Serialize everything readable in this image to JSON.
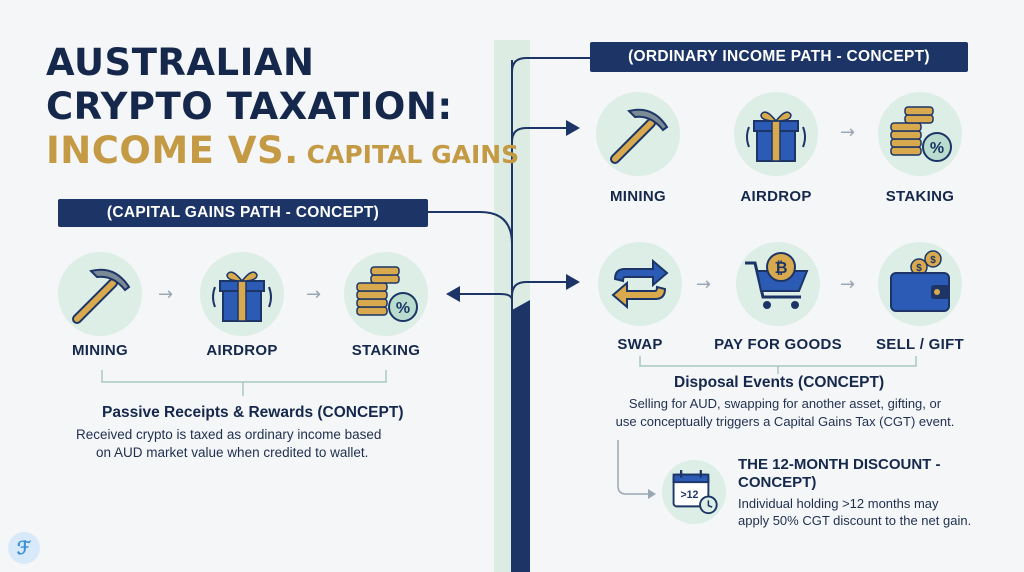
{
  "title": {
    "line1": "AUSTRALIAN",
    "line2": "CRYPTO TAXATION:",
    "line3": "INCOME VS.",
    "line3b": "CAPITAL GAINS"
  },
  "left": {
    "banner": "(CAPITAL GAINS PATH - CONCEPT)",
    "items": [
      {
        "label": "MINING",
        "icon": "pickaxe-icon"
      },
      {
        "label": "AIRDROP",
        "icon": "gift-box-icon"
      },
      {
        "label": "STAKING",
        "icon": "coin-stack-percent-icon"
      }
    ],
    "heading": "Passive Receipts & Rewards (CONCEPT)",
    "body_line1": "Received crypto is taxed as ordinary income based",
    "body_line2": "on AUD market value when credited to wallet."
  },
  "right": {
    "banner": "(ORDINARY INCOME PATH - CONCEPT)",
    "row1": [
      {
        "label": "MINING",
        "icon": "pickaxe-icon"
      },
      {
        "label": "AIRDROP",
        "icon": "gift-box-icon"
      },
      {
        "label": "STAKING",
        "icon": "coin-stack-percent-icon"
      }
    ],
    "row2": [
      {
        "label": "SWAP",
        "icon": "swap-arrows-icon"
      },
      {
        "label": "PAY FOR GOODS",
        "icon": "shopping-cart-bitcoin-icon"
      },
      {
        "label": "SELL / GIFT",
        "icon": "wallet-icon"
      }
    ],
    "disposal_heading": "Disposal Events (CONCEPT)",
    "disposal_line1": "Selling for AUD, swapping for another asset, gifting, or",
    "disposal_line2": "use conceptually triggers a Capital Gains Tax (CGT) event.",
    "discount_heading_line1": "THE 12-MONTH DISCOUNT -",
    "discount_heading_line2": "CONCEPT)",
    "discount_line1": "Individual holding >12 months may",
    "discount_line2": "apply 50% CGT discount to the net gain.",
    "calendar_text": ">12"
  },
  "arrow_glyph": "→",
  "logo_glyph": "ℱ",
  "colors": {
    "navy": "#1c3566",
    "gold": "#c49a45",
    "mint": "#ddeee6",
    "gift_blue": "#2b5bb5"
  }
}
